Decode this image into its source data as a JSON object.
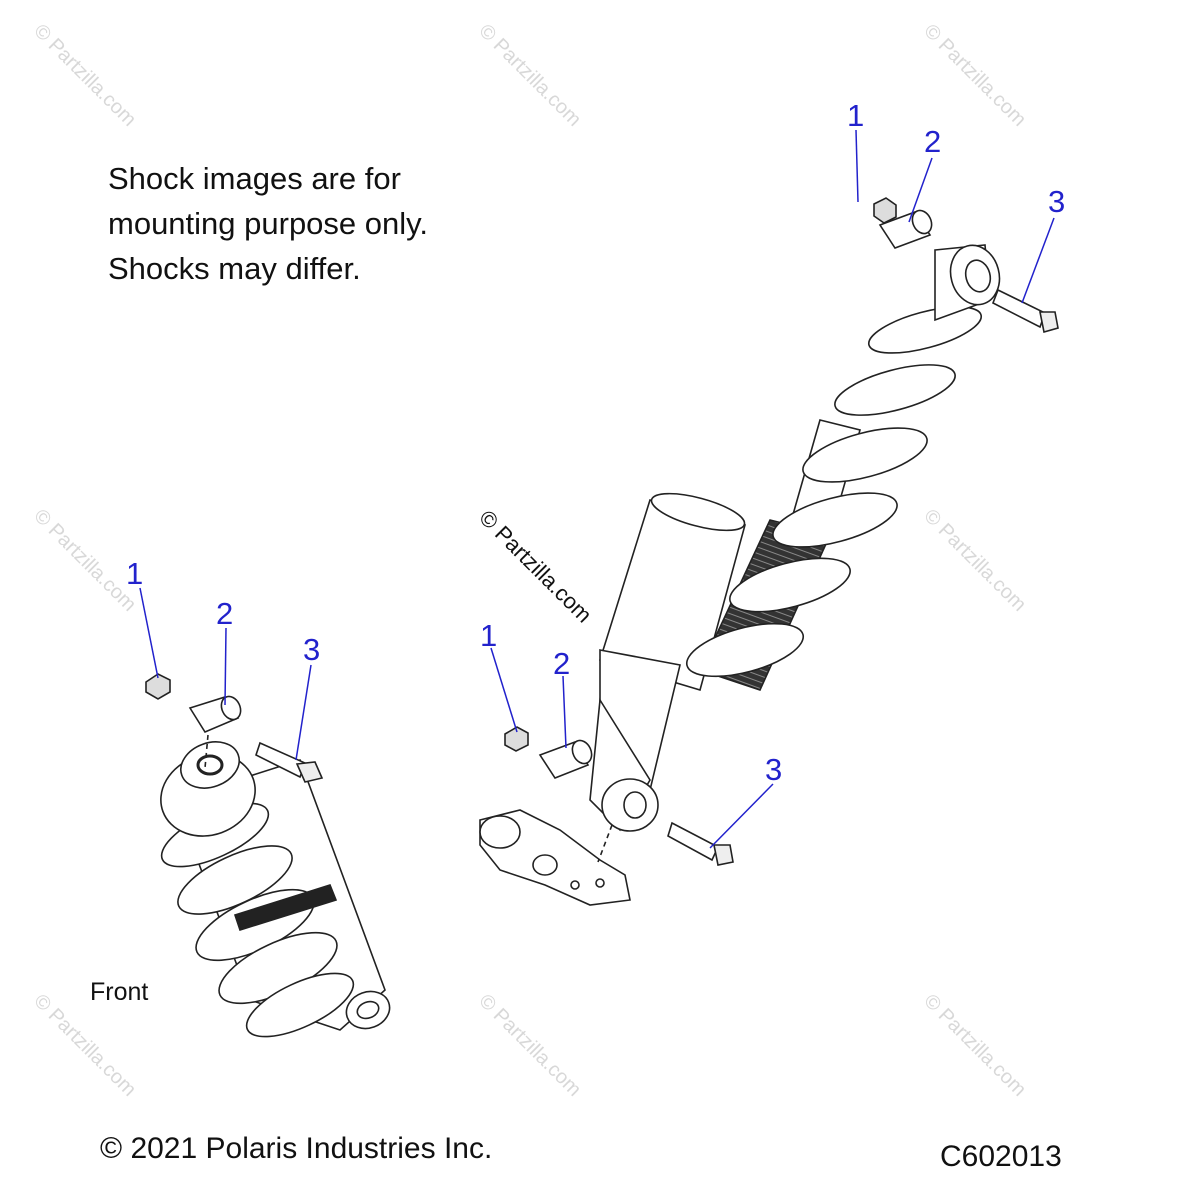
{
  "note": {
    "lines": [
      "Shock images are for",
      "mounting purpose only.",
      "Shocks may differ."
    ]
  },
  "labels": {
    "front": "Front",
    "copyright": "© 2021 Polaris Industries Inc.",
    "figure_code": "C602013"
  },
  "watermark": "© Partzilla.com",
  "callouts": {
    "front_group": [
      "1",
      "2",
      "3"
    ],
    "rear_top_group": [
      "1",
      "2",
      "3"
    ],
    "rear_bottom_group": [
      "1",
      "2",
      "3"
    ]
  },
  "colors": {
    "callout": "#2222cc",
    "line_art": "#222222",
    "watermark": "#d8d8d8"
  }
}
